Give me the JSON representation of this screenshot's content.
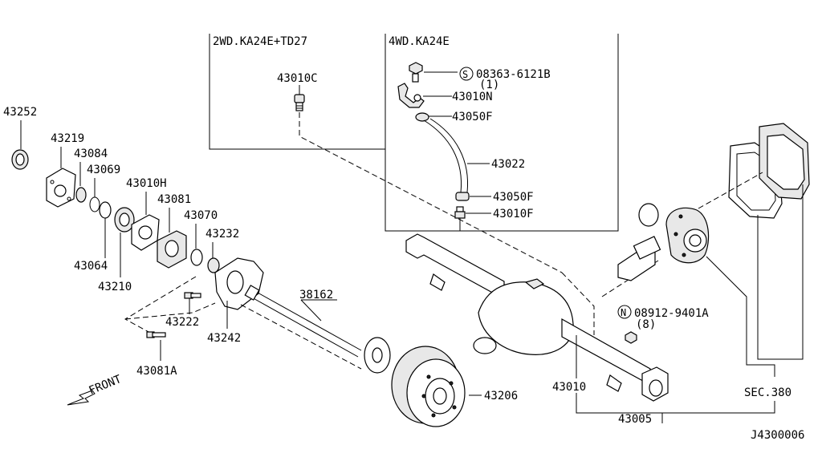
{
  "labels": {
    "box_2wd": "2WD.KA24E+TD27",
    "box_4wd": "4WD.KA24E",
    "p43010C": "43010C",
    "p08363": "08363-6121B",
    "p08363_qty": "(1)",
    "p43010N": "43010N",
    "p43050F_top": "43050F",
    "p43022": "43022",
    "p43050F_bottom": "43050F",
    "p43010F": "43010F",
    "p43252": "43252",
    "p43219": "43219",
    "p43084": "43084",
    "p43069": "43069",
    "p43010H": "43010H",
    "p43081": "43081",
    "p43070": "43070",
    "p43232": "43232",
    "p43064": "43064",
    "p43210": "43210",
    "p38162": "38162",
    "p43222": "43222",
    "p43242": "43242",
    "p43081A": "43081A",
    "front": "FRONT",
    "p08912": "08912-9401A",
    "p08912_qty": "(8)",
    "p43206": "43206",
    "p43010": "43010",
    "sec380": "SEC.380",
    "p43005": "43005",
    "diagram_id": "J4300006"
  },
  "symbols": {
    "s_marker": "S",
    "n_marker": "N"
  },
  "icons": {
    "front_arrow": "front-arrow-icon"
  }
}
